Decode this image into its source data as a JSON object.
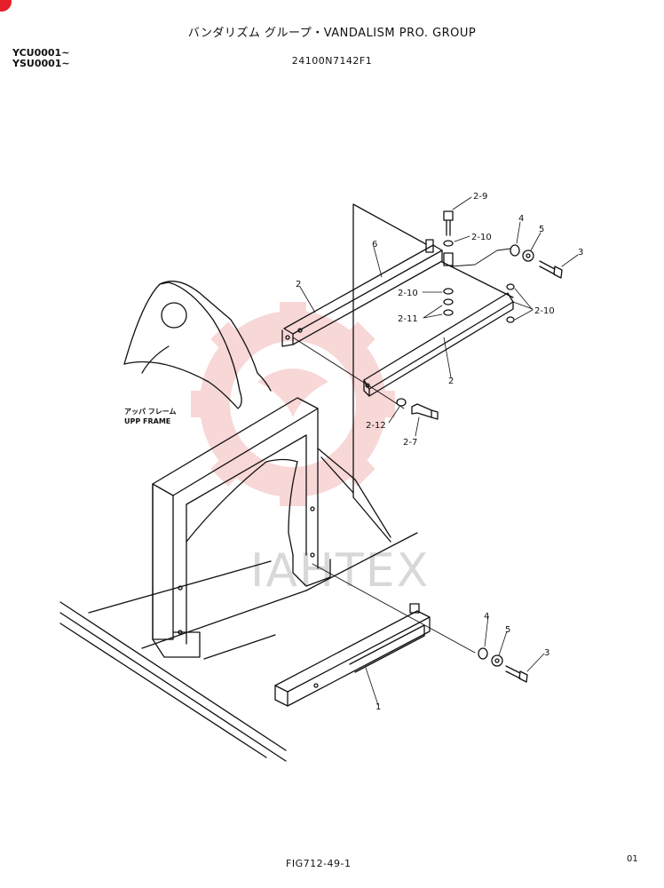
{
  "header": {
    "title": "バンダリズム グループ・VANDALISM PRO. GROUP",
    "serials": [
      "YCU0001~",
      "YSU0001~"
    ],
    "doc_number": "24100N7142F1"
  },
  "frame_label": {
    "jp": "アッパ フレーム",
    "en": "UPP FRAME"
  },
  "watermark": {
    "text": "IAHTEX",
    "color": "#f4b8b8"
  },
  "callouts": [
    "2-9",
    "2-10",
    "4",
    "5",
    "3",
    "6",
    "2",
    "2-10",
    "2-11",
    "2-10",
    "2",
    "2-12",
    "2-7",
    "4",
    "5",
    "3",
    "1"
  ],
  "footer": {
    "figure": "FIG712-49-1",
    "page": "01"
  },
  "colors": {
    "line": "#111111",
    "badge": "#e5202a"
  }
}
